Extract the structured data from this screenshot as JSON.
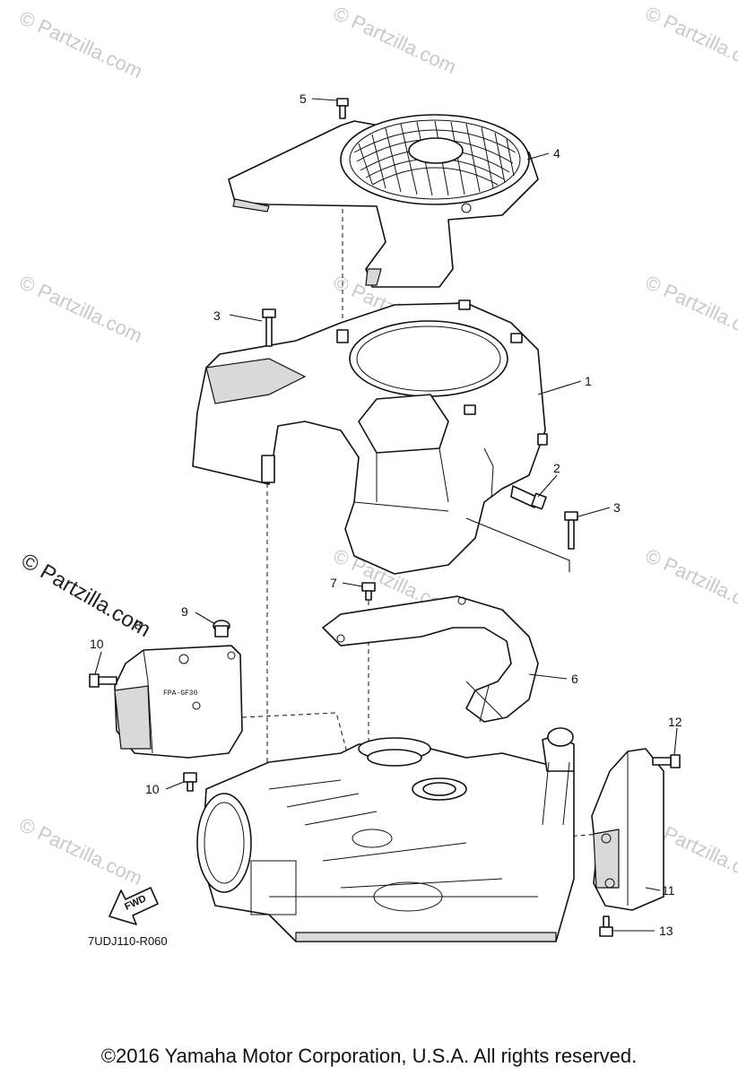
{
  "diagram": {
    "code": "7UDJ110-R060",
    "fwd_label": "FWD",
    "cover_stamp": "FPA-GF30",
    "callouts": [
      "1",
      "2",
      "3",
      "3",
      "4",
      "5",
      "6",
      "7",
      "8",
      "9",
      "10",
      "10",
      "11",
      "12",
      "13"
    ]
  },
  "watermark": {
    "text": "© Partzilla.com"
  },
  "footer": {
    "copyright": "©2016  Yamaha Motor Corporation, U.S.A. All rights reserved."
  }
}
